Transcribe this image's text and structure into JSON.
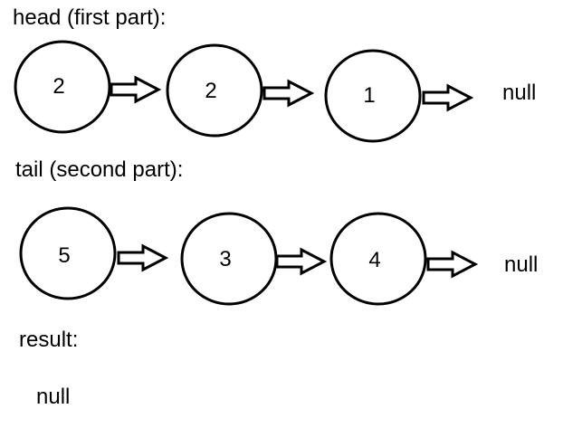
{
  "labels": {
    "head": "head (first part):",
    "tail": "tail (second part):",
    "result": "result:",
    "result_value": "null"
  },
  "lists": [
    {
      "name": "head",
      "nodes": [
        "2",
        "2",
        "1"
      ],
      "terminator": "null"
    },
    {
      "name": "tail",
      "nodes": [
        "5",
        "3",
        "4"
      ],
      "terminator": "null"
    }
  ],
  "colors": {
    "stroke": "#000000",
    "background": "#ffffff",
    "text": "#000000"
  }
}
